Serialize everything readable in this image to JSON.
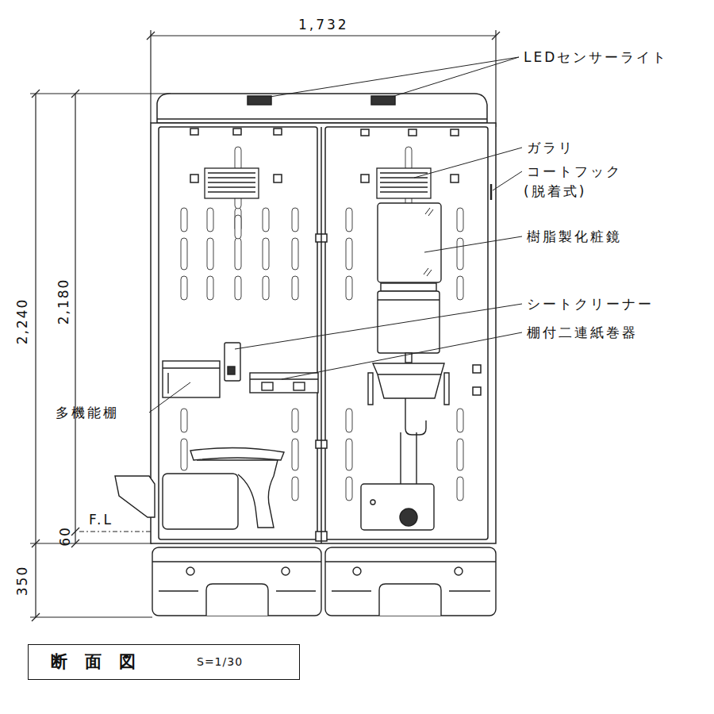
{
  "diagram": {
    "nodes": [
      {
        "text": [
          "断面図",
          "S=1/30"
        ]
      }
    ],
    "labels": [
      "1,732",
      "LEDセンサーライト",
      "ガラリ",
      "コートフック",
      "(脱着式)",
      "樹脂製化粧鏡",
      "シートクリーナー",
      "棚付二連紙巻器",
      "多機能棚",
      "2,240",
      "2,180",
      "60",
      "350",
      "F.L"
    ]
  }
}
